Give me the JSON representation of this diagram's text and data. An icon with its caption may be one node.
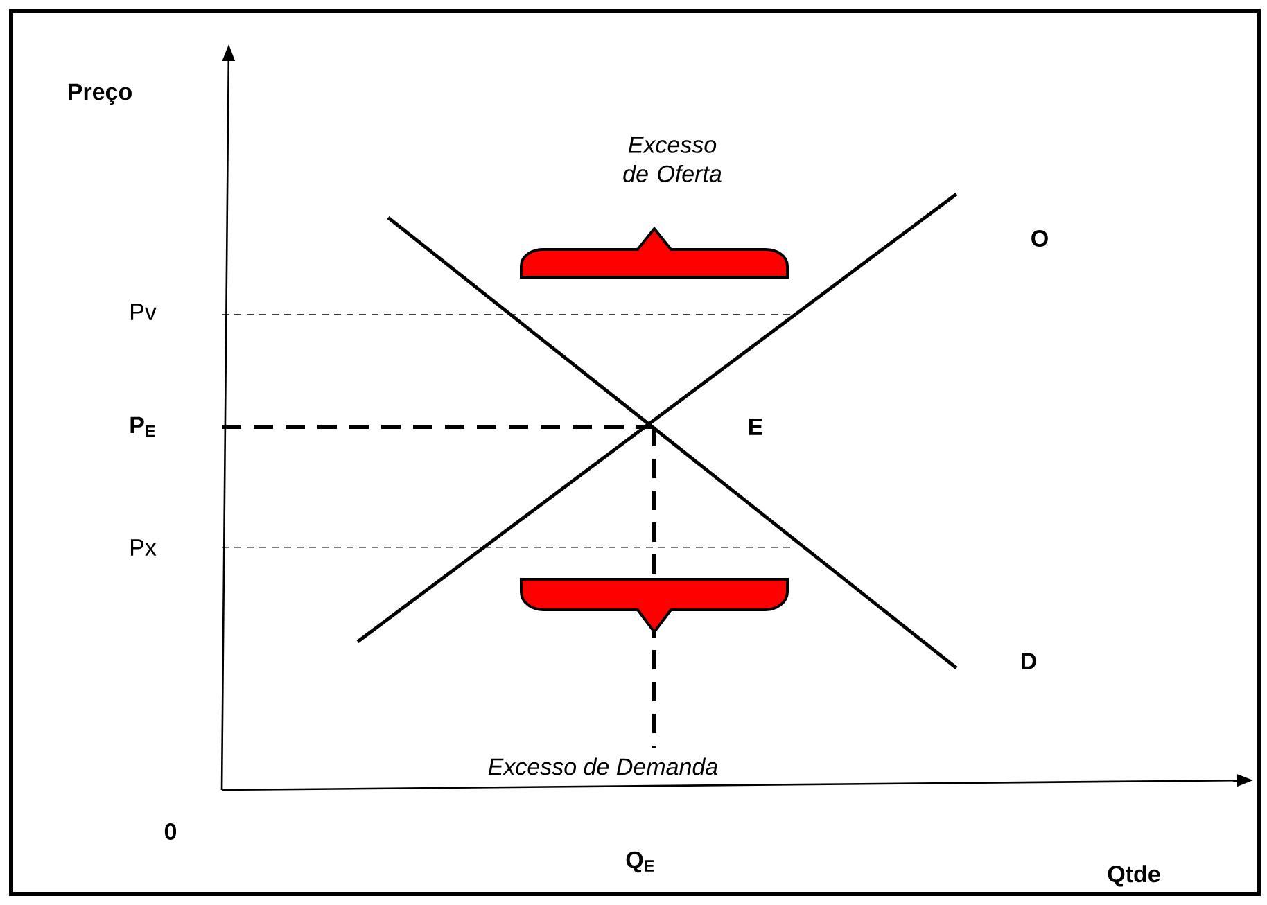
{
  "diagram": {
    "labels": [
      "Preço",
      "Excesso de Oferta",
      "O",
      "Pv",
      "P$_{E}$",
      "E",
      "Px",
      "D",
      "Excesso de Demanda",
      "0",
      "Q$_{E}$",
      "Qtde"
    ]
  }
}
